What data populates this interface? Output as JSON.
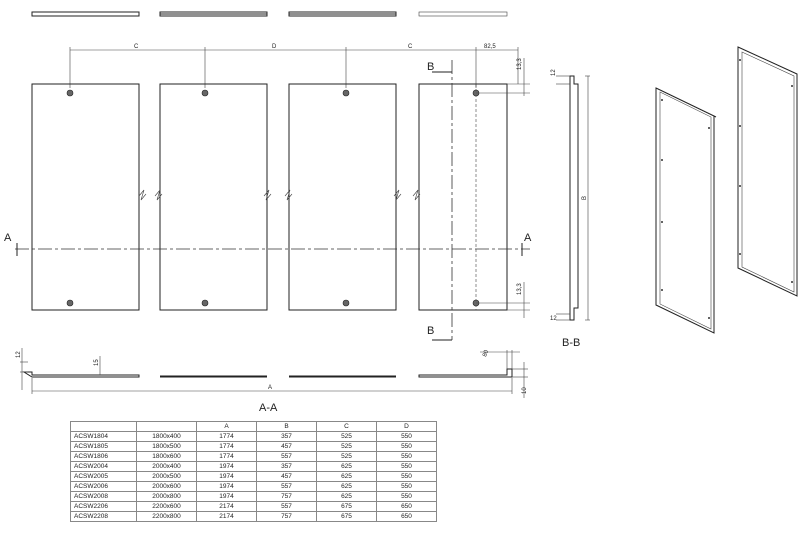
{
  "labels": {
    "dim_c": "C",
    "dim_d": "D",
    "dim_b": "B",
    "dim_a": "A",
    "section_a": "A",
    "section_b": "B",
    "dim_82_5": "82,5",
    "dim_13_3": "13,3",
    "dim_12": "12",
    "dim_15": "15",
    "dim_10": "10",
    "dim_80": "80",
    "view_aa": "A-A",
    "view_bb": "B-B"
  },
  "table": {
    "headers": [
      "",
      "",
      "A",
      "B",
      "C",
      "D"
    ],
    "rows": [
      [
        "ACSW1804",
        "1800x400",
        "1774",
        "357",
        "525",
        "550"
      ],
      [
        "ACSW1805",
        "1800x500",
        "1774",
        "457",
        "525",
        "550"
      ],
      [
        "ACSW1806",
        "1800x600",
        "1774",
        "557",
        "525",
        "550"
      ],
      [
        "ACSW2004",
        "2000x400",
        "1974",
        "357",
        "625",
        "550"
      ],
      [
        "ACSW2005",
        "2000x500",
        "1974",
        "457",
        "625",
        "550"
      ],
      [
        "ACSW2006",
        "2000x600",
        "1974",
        "557",
        "625",
        "550"
      ],
      [
        "ACSW2008",
        "2000x800",
        "1974",
        "757",
        "625",
        "550"
      ],
      [
        "ACSW2206",
        "2200x600",
        "2174",
        "557",
        "675",
        "650"
      ],
      [
        "ACSW2208",
        "2200x800",
        "2174",
        "757",
        "675",
        "650"
      ]
    ]
  }
}
